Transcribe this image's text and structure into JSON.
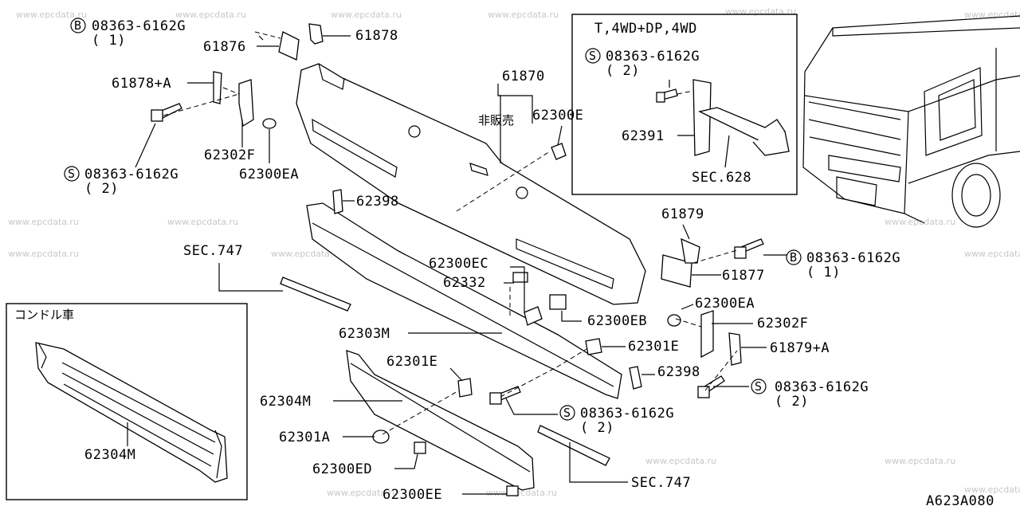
{
  "watermark": "www.epcdata.ru",
  "diagram_code": "A623A080",
  "callouts": {
    "b_bolt_top_sym": "B",
    "b_bolt_top": "08363-6162G",
    "b_bolt_top_qty": "( 1)",
    "p61876": "61876",
    "p61878": "61878",
    "p61878a": "61878+A",
    "s_bolt_left_sym": "S",
    "s_bolt_left": "08363-6162G",
    "s_bolt_left_qty": "( 2)",
    "p62302f_left": "62302F",
    "p62300ea_left": "62300EA",
    "p62398_top": "62398",
    "p61870": "61870",
    "not_for_sale": "非販売",
    "p62300e": "62300E",
    "sec747_left": "SEC.747",
    "p62300ec": "62300EC",
    "p62332": "62332",
    "p62303m": "62303M",
    "p62300eb": "62300EB",
    "p62301e_right": "62301E",
    "p62398_bottom": "62398",
    "p62301e_left": "62301E",
    "p62304m_main": "62304M",
    "p62301a": "62301A",
    "p62300ed": "62300ED",
    "p62300ee": "62300EE",
    "s_bolt_center_sym": "S",
    "s_bolt_center": "08363-6162G",
    "s_bolt_center_qty": "( 2)",
    "sec747_bottom": "SEC.747",
    "p61879": "61879",
    "b_bolt_right_sym": "B",
    "b_bolt_right": "08363-6162G",
    "b_bolt_right_qty": "( 1)",
    "p61877": "61877",
    "p62300ea_right": "62300EA",
    "p62302f_right": "62302F",
    "p61879a": "61879+A",
    "s_bolt_right_sym": "S",
    "s_bolt_right": "08363-6162G",
    "s_bolt_right_qty": "( 2)"
  },
  "inset_4wd": {
    "title": "T,4WD+DP,4WD",
    "bolt_sym": "S",
    "bolt": "08363-6162G",
    "bolt_qty": "( 2)",
    "part": "62391",
    "sec": "SEC.628"
  },
  "inset_condor": {
    "title": "コンドル車",
    "part": "62304M"
  }
}
